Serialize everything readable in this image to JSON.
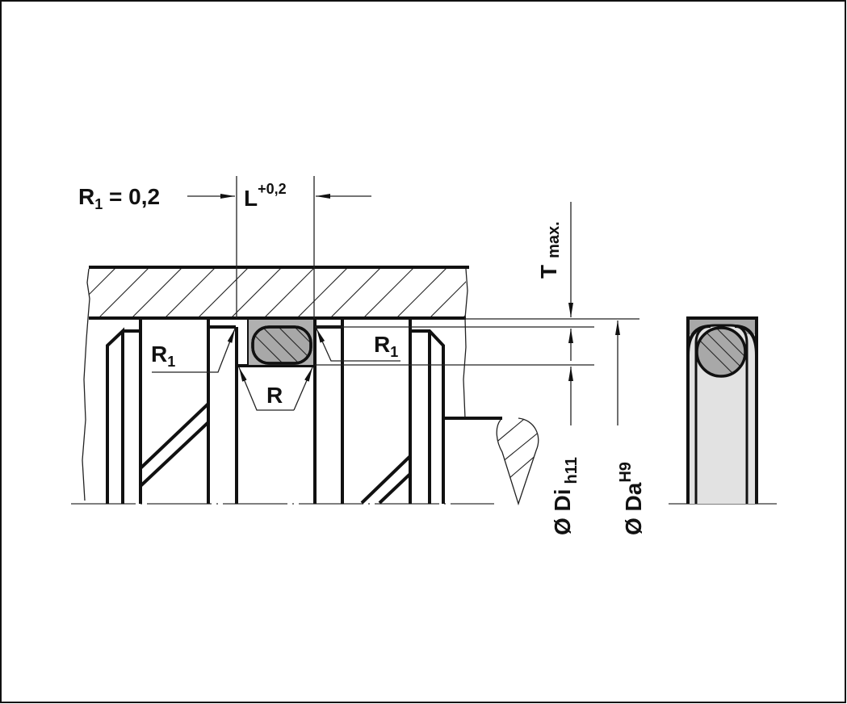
{
  "drawing": {
    "r1_eq": {
      "base": "R",
      "sub": "1",
      "rest": " = 0,2"
    },
    "l_dim": {
      "base": "L",
      "sup": "+0,2"
    },
    "r1_left": {
      "base": "R",
      "sub": "1"
    },
    "r1_right": {
      "base": "R",
      "sub": "1"
    },
    "r_label": "R",
    "t_max": {
      "base": "T",
      "sub": "max."
    },
    "di": {
      "base": "Ø Di",
      "sub": "h11"
    },
    "da": {
      "base": "Ø Da",
      "sup": "H9"
    }
  },
  "colors": {
    "seal_gray": "#b0b0b0",
    "ring_light": "#e2e2e2",
    "line": "#111111"
  }
}
